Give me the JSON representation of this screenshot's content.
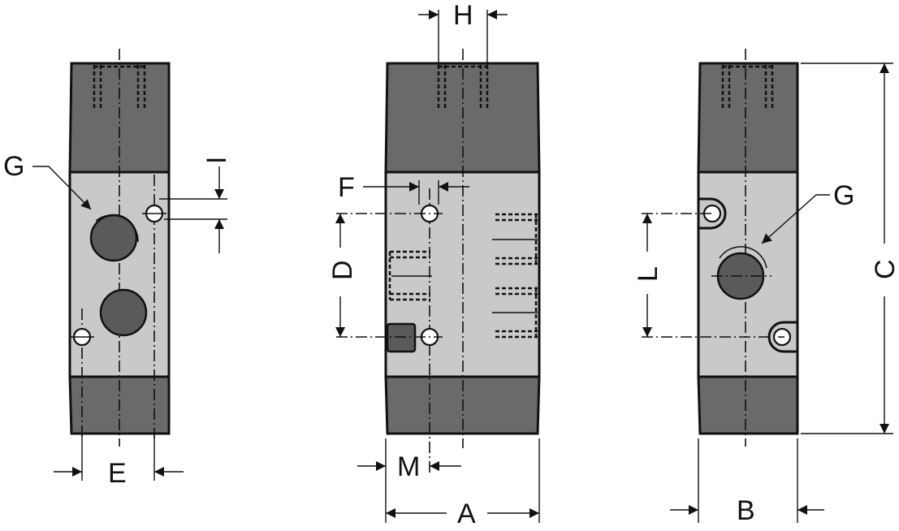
{
  "labels": {
    "G_left": "G",
    "I": "I",
    "E": "E",
    "H": "H",
    "F": "F",
    "D": "D",
    "M": "M",
    "A": "A",
    "G_right": "G",
    "L": "L",
    "C": "C",
    "B": "B"
  },
  "colors": {
    "body_dark": "#6a6a6a",
    "body_light": "#c9c9c9",
    "port": "#5a5a5a",
    "line": "#111111"
  }
}
